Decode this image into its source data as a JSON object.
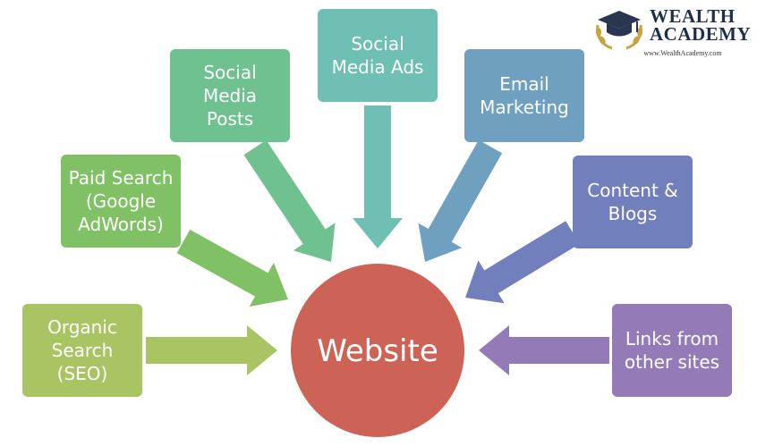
{
  "hub": {
    "label": "Website",
    "color": "#cd6357"
  },
  "channels": [
    {
      "id": "organic-search",
      "lines": [
        "Organic",
        "Search",
        "(SEO)"
      ],
      "color": "#a9c462",
      "side": "left-bottom"
    },
    {
      "id": "paid-search",
      "lines": [
        "Paid Search",
        "(Google",
        "AdWords)"
      ],
      "color": "#80c165",
      "side": "left-middle"
    },
    {
      "id": "social-media-posts",
      "lines": [
        "Social",
        "Media",
        "Posts"
      ],
      "color": "#6fc18f",
      "side": "upper-left"
    },
    {
      "id": "social-media-ads",
      "lines": [
        "Social",
        "Media Ads"
      ],
      "color": "#6fbfb4",
      "side": "top"
    },
    {
      "id": "email-marketing",
      "lines": [
        "Email",
        "Marketing"
      ],
      "color": "#6fa0bf",
      "side": "upper-right"
    },
    {
      "id": "content-blogs",
      "lines": [
        "Content &",
        "Blogs"
      ],
      "color": "#727fbd",
      "side": "right-middle"
    },
    {
      "id": "links-other-sites",
      "lines": [
        "Links from",
        "other sites"
      ],
      "color": "#947bb8",
      "side": "right-bottom"
    }
  ],
  "logo": {
    "line1": "WEALTH",
    "line2": "ACADEMY",
    "url": "www.WealthAcademy.com",
    "emblem": "graduation-cap-laurel-icon"
  }
}
